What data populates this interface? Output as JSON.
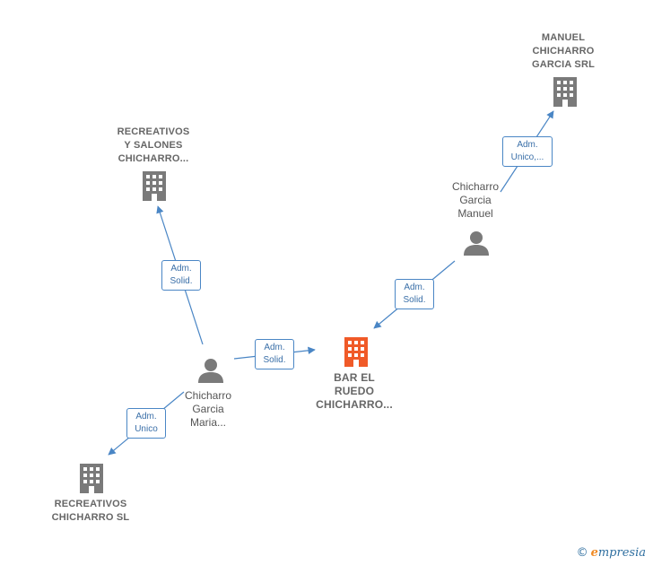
{
  "nodes": {
    "manuel_srl": {
      "lines": [
        "MANUEL",
        "CHICHARRO",
        "GARCIA SRL"
      ]
    },
    "recreativos_salones": {
      "lines": [
        "RECREATIVOS",
        "Y SALONES",
        "CHICHARRO..."
      ]
    },
    "person_manuel": {
      "lines": [
        "Chicharro",
        "Garcia",
        "Manuel"
      ]
    },
    "person_maria": {
      "lines": [
        "Chicharro",
        "Garcia",
        "Maria..."
      ]
    },
    "bar_el_ruedo": {
      "lines": [
        "BAR EL",
        "RUEDO",
        "CHICHARRO..."
      ]
    },
    "recreativos_sl": {
      "lines": [
        "RECREATIVOS",
        "CHICHARRO SL"
      ]
    }
  },
  "edges": {
    "manuel_to_srl": {
      "lines": [
        "Adm.",
        "Unico,..."
      ]
    },
    "maria_to_salones": {
      "lines": [
        "Adm.",
        "Solid."
      ]
    },
    "manuel_to_bar": {
      "lines": [
        "Adm.",
        "Solid."
      ]
    },
    "maria_to_bar": {
      "lines": [
        "Adm.",
        "Solid."
      ]
    },
    "maria_to_sl": {
      "lines": [
        "Adm.",
        "Unico"
      ]
    }
  },
  "colors": {
    "company": "#7a7a7a",
    "company_main": "#f05a28",
    "person": "#7a7a7a",
    "edge": "#4a86c5"
  },
  "footer": {
    "copyright": "©",
    "brand_initial": "e",
    "brand_rest": "mpresia"
  }
}
